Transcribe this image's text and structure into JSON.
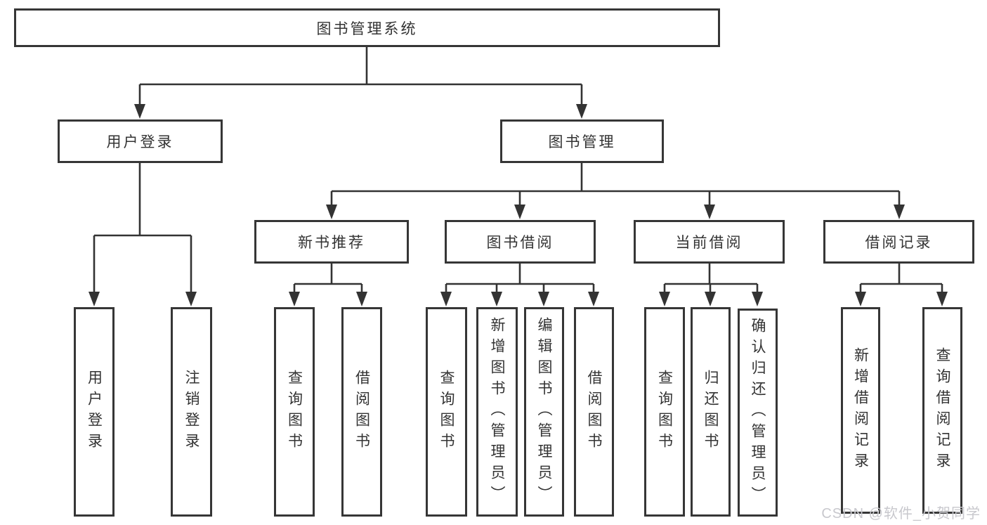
{
  "tree": {
    "root": "图书管理系统",
    "branches": [
      {
        "label": "用户登录",
        "children": [
          "用户登录",
          "注销登录"
        ]
      },
      {
        "label": "图书管理",
        "children": [
          {
            "label": "新书推荐",
            "children": [
              "查询图书",
              "借阅图书"
            ]
          },
          {
            "label": "图书借阅",
            "children": [
              "查询图书",
              "新增图书（管理员）",
              "编辑图书（管理员）",
              "借阅图书"
            ]
          },
          {
            "label": "当前借阅",
            "children": [
              "查询图书",
              "归还图书",
              "确认归还（管理员）"
            ]
          },
          {
            "label": "借阅记录",
            "children": [
              "新增借阅记录",
              "查询借阅记录"
            ]
          }
        ]
      }
    ]
  },
  "watermark": "CSDN @软件_小贺同学",
  "colors": {
    "line": "#333333",
    "text": "#333333",
    "background": "#ffffff",
    "watermark": "#c8c8cd"
  }
}
